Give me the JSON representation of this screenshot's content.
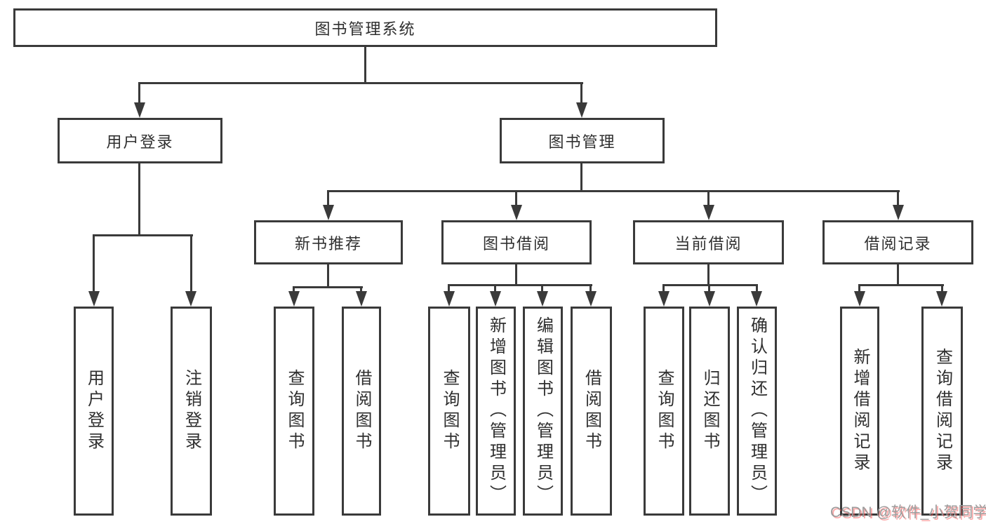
{
  "nodes": {
    "root": "图书管理系统",
    "userLogin": "用户登录",
    "bookMgmt": "图书管理",
    "newBookRec": "新书推荐",
    "bookBorrow": "图书借阅",
    "currentBorrow": "当前借阅",
    "borrowRecords": "借阅记录"
  },
  "leaves": {
    "userLogin": [
      "用户登录",
      "注销登录"
    ],
    "newBookRec": [
      "查询图书",
      "借阅图书"
    ],
    "bookBorrow": [
      "查询图书",
      "新增图书（管理员）",
      "编辑图书（管理员）",
      "借阅图书"
    ],
    "currentBorrow": [
      "查询图书",
      "归还图书",
      "确认归还（管理员）"
    ],
    "borrowRecords": [
      "新增借阅记录",
      "查询借阅记录"
    ]
  },
  "watermark": {
    "text": "CSDN @软件_小贺同学"
  },
  "colors": {
    "line": "#3a3a3a",
    "text": "#2f2f2f",
    "background": "#ffffff",
    "watermark": "#9c9c9c",
    "watermark_shadow": "#f85d5d"
  }
}
